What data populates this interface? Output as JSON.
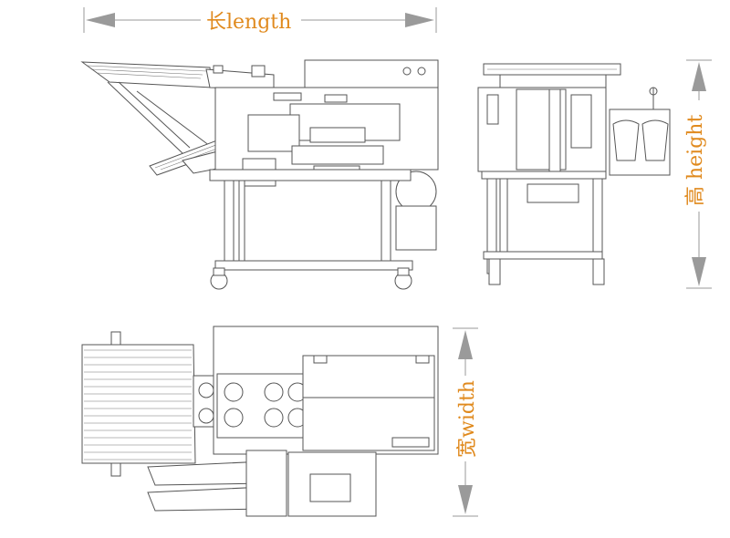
{
  "dimensions": {
    "length": "长length",
    "height": "高 height",
    "width": "宽width"
  },
  "colors": {
    "label": "#e08a1e",
    "drawing": "#555555",
    "arrow": "#9a9a9a"
  }
}
